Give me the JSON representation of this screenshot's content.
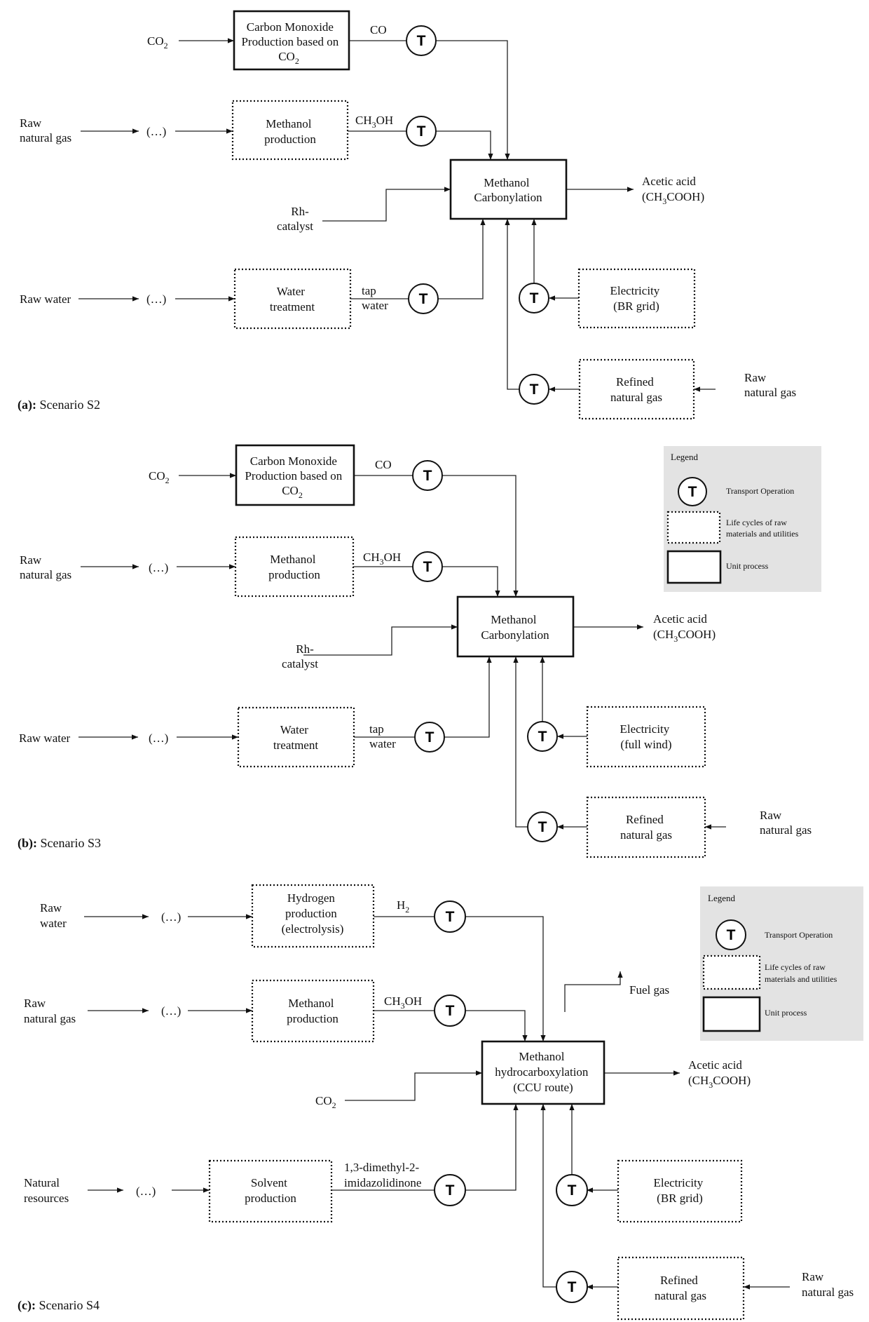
{
  "common": {
    "transport_symbol": "T",
    "co2": "CO",
    "co2_sub": "2",
    "raw": "Raw",
    "natural_gas": "natural gas",
    "raw_water": "Raw water",
    "ellipsis": "(…)",
    "co": "CO",
    "ch3oh_a": "CH",
    "ch3oh_sub": "3",
    "ch3oh_b": "OH",
    "tap": "tap",
    "water": "water",
    "acetic_acid": "Acetic acid",
    "ch3cooh_a": "(CH",
    "ch3cooh_sub": "3",
    "ch3cooh_b": "COOH)",
    "rh_line1": "Rh-",
    "rh_line2": "catalyst",
    "co_prod_line1": "Carbon Monoxide",
    "co_prod_line2": "Production based on",
    "co_prod_line3": "CO",
    "methanol": "Methanol",
    "production": "production",
    "carbonylation": "Carbonylation",
    "water_box": "Water",
    "treatment": "treatment",
    "electricity": "Electricity",
    "refined": "Refined"
  },
  "scenario_a": {
    "caption_bold": "(a):",
    "caption_rest": " Scenario  S2",
    "elec_source": "(BR grid)"
  },
  "scenario_b": {
    "caption_bold": "(b):",
    "caption_rest": " Scenario  S3",
    "elec_source": "(full wind)"
  },
  "scenario_c": {
    "caption_bold": "(c):",
    "caption_rest": " Scenario  S4",
    "raw_water_line2": "water",
    "hydrogen": "Hydrogen",
    "electrolysis": "(electrolysis)",
    "h2": "H",
    "h2_sub": "2",
    "fuel_gas": "Fuel gas",
    "hydrocarboxylation": "hydrocarboxylation",
    "ccu_route": "(CCU route)",
    "natural": "Natural",
    "resources": "resources",
    "solvent": "Solvent",
    "solvent_line1": "1,3-dimethyl-2-",
    "solvent_line2": "imidazolidinone",
    "elec_source": "(BR grid)"
  },
  "legend": {
    "title": "Legend",
    "transport": "Transport Operation",
    "lifecycle_line1": "Life cycles of raw",
    "lifecycle_line2": "materials and utilities",
    "unit_process": "Unit process"
  }
}
